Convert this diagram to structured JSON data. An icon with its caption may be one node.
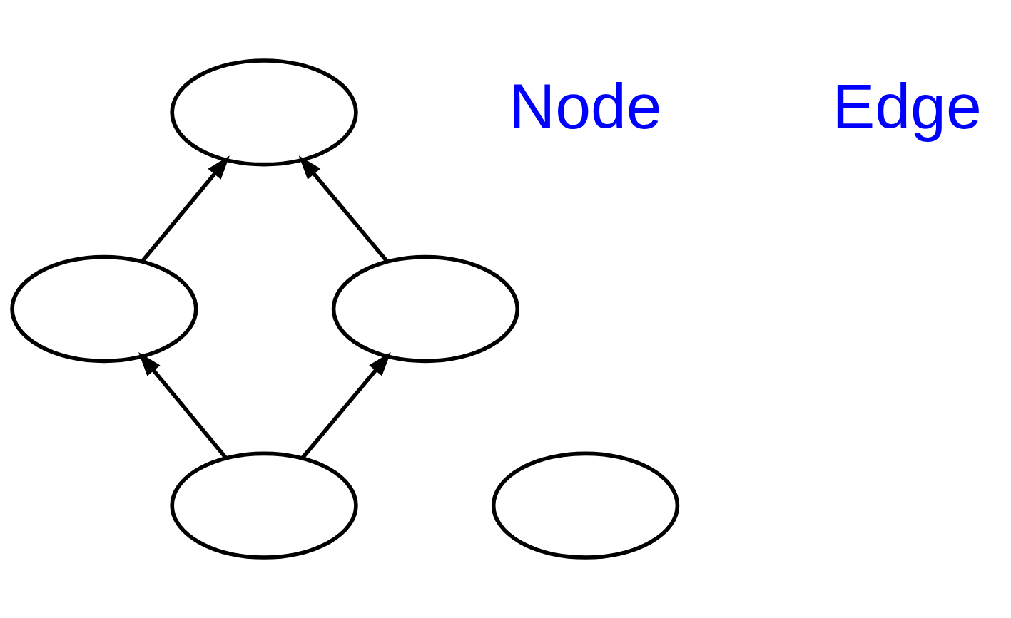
{
  "diagram": {
    "nodes": [
      {
        "text": [],
        "shape": "ellipse"
      },
      {
        "text": [],
        "shape": "ellipse"
      },
      {
        "text": [],
        "shape": "ellipse"
      },
      {
        "text": [],
        "shape": "ellipse"
      },
      {
        "text": [],
        "shape": "ellipse"
      }
    ],
    "edges": [
      {
        "from": 1,
        "to": 0,
        "arrow": "to"
      },
      {
        "from": 2,
        "to": 0,
        "arrow": "to"
      },
      {
        "from": 3,
        "to": 1,
        "arrow": "to"
      },
      {
        "from": 3,
        "to": 2,
        "arrow": "to"
      }
    ],
    "labels": [
      "Node",
      "Edge"
    ]
  }
}
